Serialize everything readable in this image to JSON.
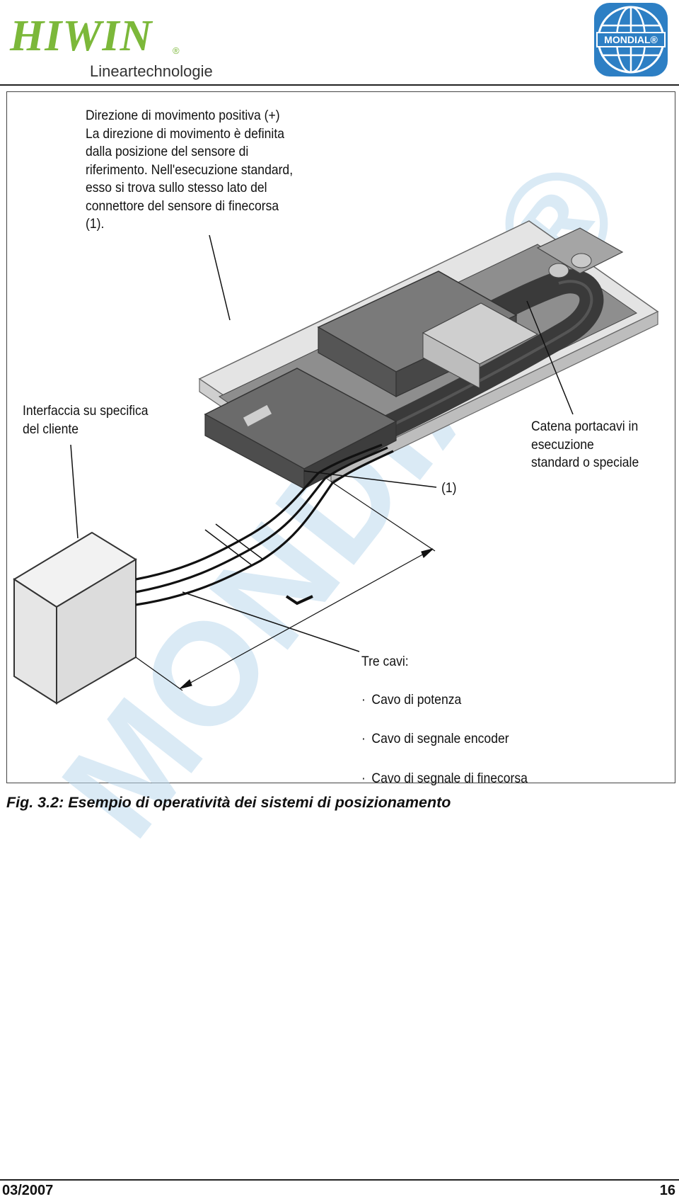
{
  "header": {
    "brand_name": "HIWIN",
    "brand_registered": "®",
    "brand_subtitle": "Lineartechnologie",
    "partner_logo_text": "MONDIAL®"
  },
  "figure": {
    "callouts": {
      "direction": "Direzione di movimento positiva (+)\nLa direzione di movimento è definita\ndalla posizione del sensore di\nriferimento. Nell'esecuzione standard,\nesso si trova sullo stesso lato del\nconnettore del sensore di finecorsa\n(1).",
      "interface": "Interfaccia su specifica\ndel cliente",
      "chain": "Catena portacavi in\nesecuzione\nstandard o speciale",
      "connector": "(1)",
      "cables_title": "Tre cavi:",
      "cables": [
        "Cavo di potenza",
        "Cavo di segnale encoder",
        "Cavo di segnale di finecorsa"
      ],
      "bullet": "·"
    },
    "watermark_text": "MONDIAL®",
    "colors": {
      "brand_green": "#7cb83a",
      "logo_blue": "#2d7fc4",
      "watermark_blue": "#bcd9ee"
    }
  },
  "caption": "Fig. 3.2: Esempio di operatività dei sistemi di posizionamento",
  "footer": {
    "date": "03/2007",
    "page": "16"
  }
}
